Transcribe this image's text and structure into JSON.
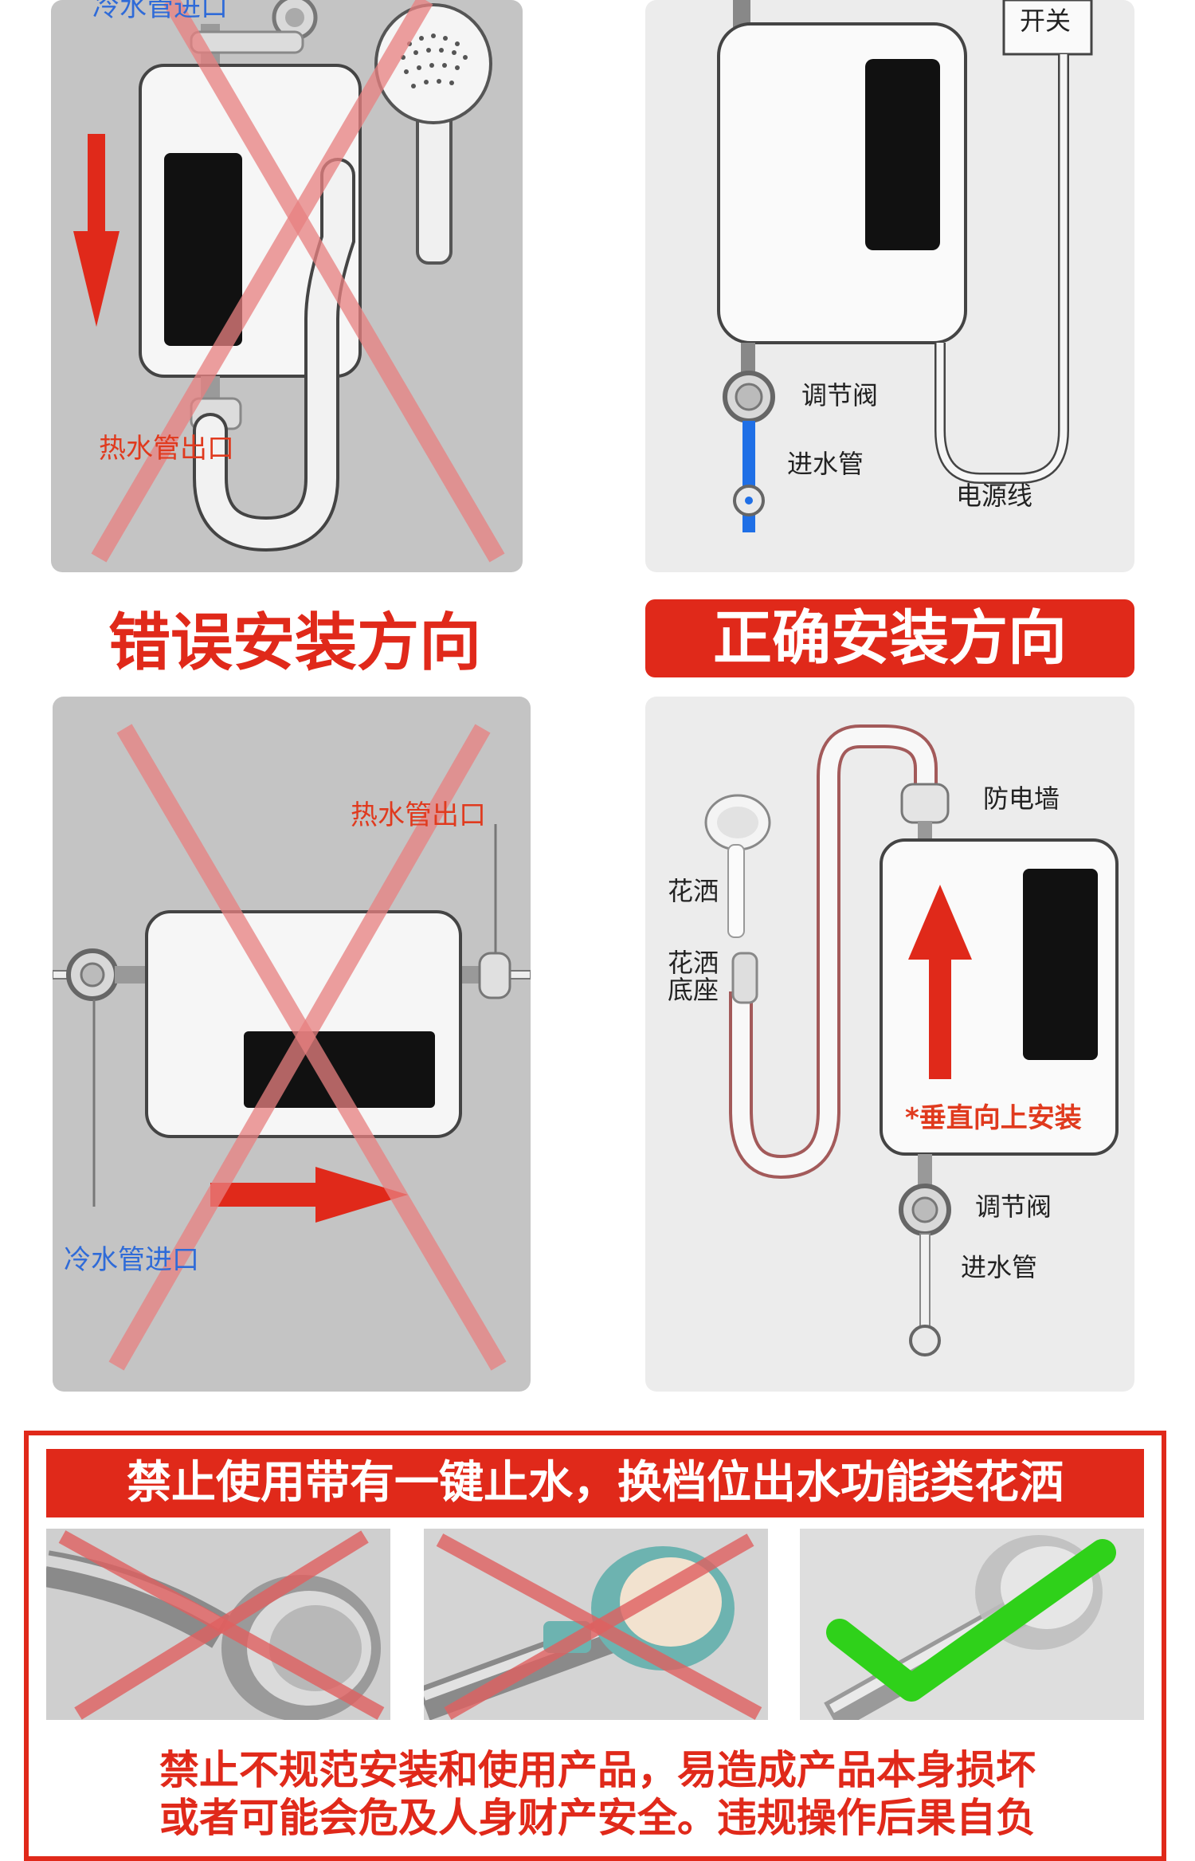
{
  "top_left": {
    "cold_inlet": "冷水管进口",
    "hot_outlet": "热水管出口"
  },
  "top_right": {
    "switch": "开关",
    "valve": "调节阀",
    "inlet_pipe": "进水管",
    "power_cord": "电源线"
  },
  "wrong_title": "错误安装方向",
  "right_title": "正确安装方向",
  "mid_left": {
    "hot_outlet": "热水管出口",
    "cold_inlet": "冷水管进口"
  },
  "mid_right": {
    "anti_shock": "防电墙",
    "shower": "花洒",
    "shower_base_line1": "花洒",
    "shower_base_line2": "底座",
    "vertical_note": "*垂直向上安装",
    "valve": "调节阀",
    "inlet_pipe": "进水管"
  },
  "warning": {
    "banner": "禁止使用带有一键止水，换档位出水功能类花洒",
    "bottom_line1": "禁止不规范安装和使用产品，易造成产品本身损坏",
    "bottom_line2": "或者可能会危及人身财产安全。违规操作后果自负"
  },
  "colors": {
    "accent_red": "#e0291a",
    "panel_gray_dark": "#c4c4c4",
    "panel_gray_light": "#ececec",
    "check_green": "#2fd11a",
    "pipe_blue": "#1f6fe6"
  }
}
